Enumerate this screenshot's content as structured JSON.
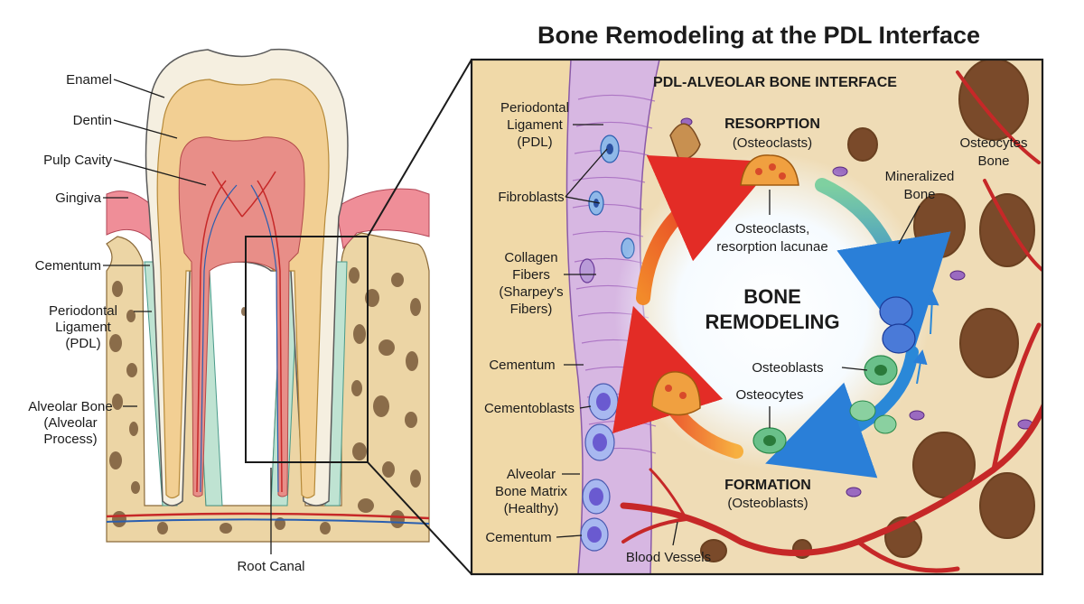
{
  "title": "Bone Remodeling at the PDL Interface",
  "tooth_labels": {
    "enamel": "Enamel",
    "dentin": "Dentin",
    "pulp_cavity": "Pulp Cavity",
    "gingiva": "Gingiva",
    "cementum": "Cementum",
    "pdl": [
      "Periodontal",
      "Ligament",
      "(PDL)"
    ],
    "alveolar_bone": [
      "Alveolar Bone",
      "(Alveolar",
      "Process)"
    ],
    "root_canal": "Root Canal"
  },
  "inset": {
    "header": "PDL-ALVEOLAR BONE INTERFACE",
    "center": [
      "BONE",
      "REMODELING"
    ],
    "resorption": {
      "title": "RESORPTION",
      "subtitle": "(Osteoclasts)"
    },
    "formation": {
      "title": "FORMATION",
      "subtitle": "(Osteoblasts)"
    },
    "osteoclasts_note": [
      "Osteoclasts,",
      "resorption lacunae"
    ],
    "osteoblasts": "Osteoblasts",
    "osteocytes": "Osteocytes",
    "mineralized_bone": [
      "Mineralized",
      "Bone"
    ],
    "osteocytes_bone": [
      "Osteocytes",
      "Bone"
    ],
    "left": {
      "pdl": [
        "Periodontal",
        "Ligament",
        "(PDL)"
      ],
      "fibroblasts": "Fibroblasts",
      "collagen": [
        "Collagen",
        "Fibers",
        "(Sharpey's",
        "Fibers)"
      ],
      "cementum": "Cementum",
      "cementoblasts": "Cementoblasts",
      "alveolar_matrix": [
        "Alveolar",
        "Bone Matrix",
        "(Healthy)"
      ],
      "cementum_bottom": "Cementum"
    },
    "blood_vessels": "Blood Vessels"
  },
  "colors": {
    "resorption_arrow": "#e8402a",
    "formation_arrow": "#2a88d8",
    "bone": "#efdcb6",
    "pdl": "#c9a6d8",
    "vessel": "#c62828"
  }
}
